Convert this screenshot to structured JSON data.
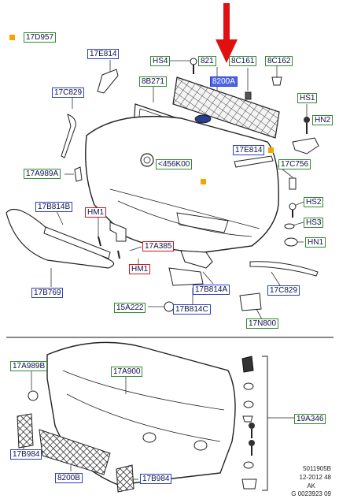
{
  "labels": {
    "l17D957": "17D957",
    "l17E814_a": "17E814",
    "lHS4": "HS4",
    "l8212": "821",
    "l8C161": "8C161",
    "l8C162": "8C162",
    "l8200A_top": "8200A",
    "l8B271": "8B271",
    "l17C829_a": "17C829",
    "lHS1": "HS1",
    "lHN2": "HN2",
    "l17E814_b": "17E814",
    "l456K00": "<456K00",
    "l17C756": "17C756",
    "l17A989A": "17A989A",
    "l17B814B": "17B814B",
    "lHM1_a": "HM1",
    "lHS2": "HS2",
    "lHS3": "HS3",
    "lHN1": "HN1",
    "l17A385": "17A385",
    "lHM1_b": "HM1",
    "l17B814A": "17B814A",
    "l17C829_b": "17C829",
    "l17B769": "17B769",
    "l15A222": "15A222",
    "l17B814C": "17B814C",
    "l17N800": "17N800",
    "l17A989B": "17A989B",
    "l17A900": "17A900",
    "l19A346": "19A346",
    "l17B984_a": "17B984",
    "l8200B": "8200B",
    "l17B984_b": "17B984"
  },
  "footer": {
    "line1": "5011905B",
    "line2": "12-2012 48",
    "line3": "AK",
    "line4": "G 0023923 09"
  },
  "colors": {
    "arrow": "#e01010",
    "legend_marker": "#f5a500",
    "label_green": "#2e8b2e",
    "label_blue": "#2a40c8",
    "label_red": "#d01818",
    "highlight": "#4a63e8"
  }
}
